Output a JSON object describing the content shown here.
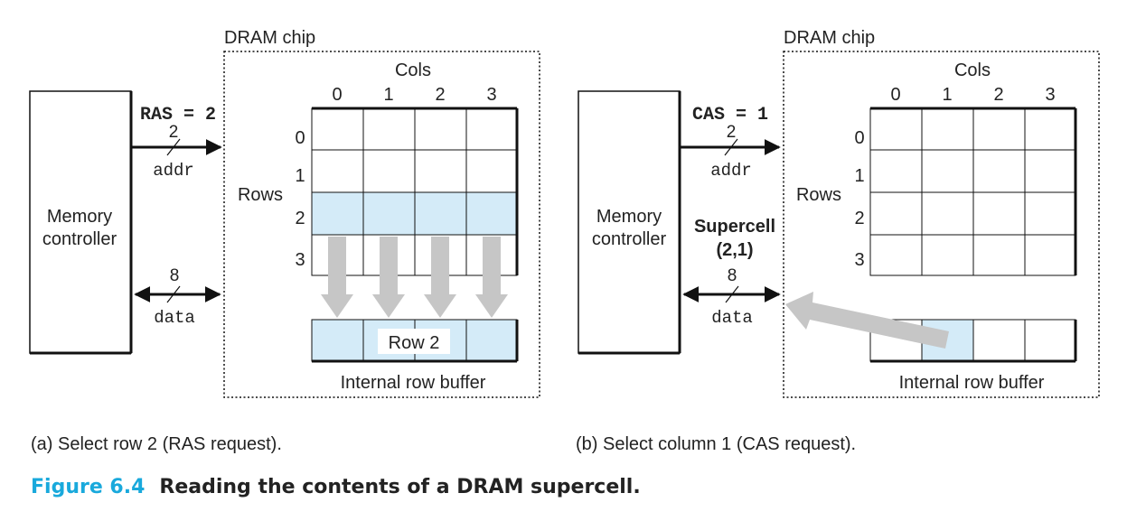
{
  "colors": {
    "highlight": "#d4ebf8",
    "arrow_gray": "#c6c6c6",
    "figure_accent": "#19a9dc",
    "line": "#111111"
  },
  "panel_a": {
    "chip_label": "DRAM chip",
    "cols_label": "Cols",
    "col_numbers": [
      "0",
      "1",
      "2",
      "3"
    ],
    "rows_label": "Rows",
    "row_numbers": [
      "0",
      "1",
      "2",
      "3"
    ],
    "controller_label": [
      "Memory",
      "controller"
    ],
    "signal_label": "RAS = 2",
    "addr_width": "2",
    "addr_label": "addr",
    "data_width": "8",
    "data_label": "data",
    "buffer_text": "Row 2",
    "buffer_label": "Internal row buffer",
    "caption": "(a) Select row 2 (RAS request).",
    "highlighted_row": 2
  },
  "panel_b": {
    "chip_label": "DRAM chip",
    "cols_label": "Cols",
    "col_numbers": [
      "0",
      "1",
      "2",
      "3"
    ],
    "rows_label": "Rows",
    "row_numbers": [
      "0",
      "1",
      "2",
      "3"
    ],
    "controller_label": [
      "Memory",
      "controller"
    ],
    "signal_label": "CAS = 1",
    "addr_width": "2",
    "addr_label": "addr",
    "supercell_label": [
      "Supercell",
      "(2,1)"
    ],
    "data_width": "8",
    "data_label": "data",
    "buffer_label": "Internal row buffer",
    "caption": "(b) Select column 1 (CAS request).",
    "highlighted_col": 1
  },
  "figure": {
    "number": "Figure 6.4",
    "title": "Reading the contents of a DRAM supercell."
  }
}
